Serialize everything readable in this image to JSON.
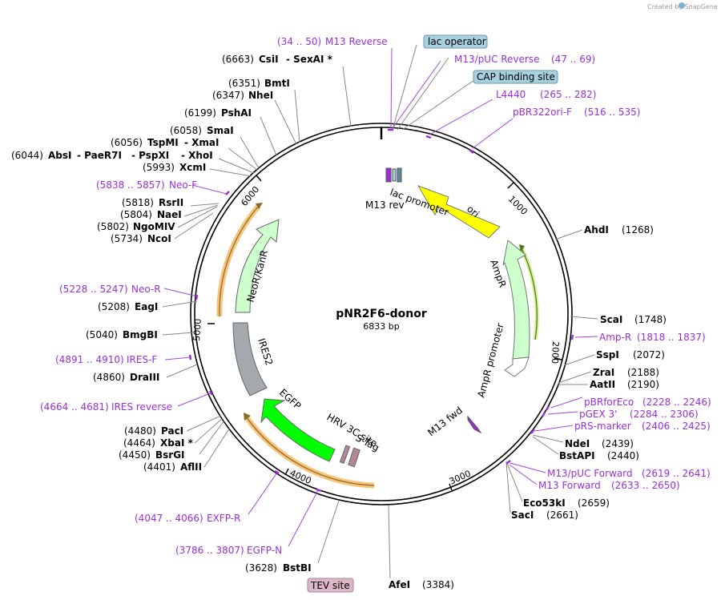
{
  "credit": "Created by SnapGene",
  "plasmid": {
    "name": "pNR2F6-donor",
    "size_label": "6833 bp"
  },
  "colors": {
    "primer": "#9a2fd6",
    "boxed_feature_bg": "#a8d1e0",
    "tev_bg": "#dcb7c7",
    "ori": "#ffff00",
    "ampr": "#ccffcc",
    "egfp": "#00ff00",
    "ires": "#a4a9ad",
    "orange_band": "#f7c47a"
  },
  "ticks": [
    "1000",
    "2000",
    "3000",
    "4000",
    "5000",
    "6000"
  ],
  "site_labels": {
    "csii": {
      "pos": "(6663)",
      "name": "CsiI",
      "name2": "- SexAI *"
    },
    "bmti": {
      "pos": "(6351)",
      "name": "BmtI"
    },
    "nhei": {
      "pos": "(6347)",
      "name": "NheI"
    },
    "pshai": {
      "pos": "(6199)",
      "name": "PshAI"
    },
    "smai": {
      "pos": "(6058)",
      "name": "SmaI"
    },
    "tspmi": {
      "pos": "(6056)",
      "name": "TspMI",
      "name2": "- XmaI"
    },
    "absi": {
      "pos": "(6044)",
      "name": "AbsI",
      "name2": "- PaeR7I",
      "name3": "- PspXI",
      "name4": "- XhoI"
    },
    "xcmi": {
      "pos": "(5993)",
      "name": "XcmI"
    },
    "rsrii": {
      "pos": "(5818)",
      "name": "RsrII"
    },
    "naei": {
      "pos": "(5804)",
      "name": "NaeI"
    },
    "ngomiv": {
      "pos": "(5802)",
      "name": "NgoMIV"
    },
    "ncoi": {
      "pos": "(5734)",
      "name": "NcoI"
    },
    "eagi": {
      "pos": "(5208)",
      "name": "EagI"
    },
    "bmgbi": {
      "pos": "(5040)",
      "name": "BmgBI"
    },
    "draiii": {
      "pos": "(4860)",
      "name": "DraIII"
    },
    "paci": {
      "pos": "(4480)",
      "name": "PacI"
    },
    "xbai": {
      "pos": "(4464)",
      "name": "XbaI *"
    },
    "bsrgi": {
      "pos": "(4450)",
      "name": "BsrGI"
    },
    "afliii": {
      "pos": "(4401)",
      "name": "AflII"
    },
    "bstbi": {
      "pos": "(3628)",
      "name": "BstBI"
    },
    "afei": {
      "name": "AfeI",
      "pos": "(3384)"
    },
    "ahdi": {
      "name": "AhdI",
      "pos": "(1268)"
    },
    "scai": {
      "name": "ScaI",
      "pos": "(1748)"
    },
    "sspi": {
      "name": "SspI",
      "pos": "(2072)"
    },
    "zrai": {
      "name": "ZraI",
      "pos": "(2188)"
    },
    "aatii": {
      "name": "AatII",
      "pos": "(2190)"
    },
    "ndei": {
      "name": "NdeI",
      "pos": "(2439)"
    },
    "bstapi": {
      "name": "BstAPI",
      "pos": "(2440)"
    },
    "eco53ki": {
      "name": "Eco53kI",
      "pos": "(2659)"
    },
    "saci": {
      "name": "SacI",
      "pos": "(2661)"
    }
  },
  "primer_labels": {
    "m13_reverse": {
      "range": "(34 .. 50)",
      "name": "M13 Reverse"
    },
    "m13puc_reverse": {
      "name": "M13/pUC Reverse",
      "range": "(47 .. 69)"
    },
    "l4440": {
      "name": "L4440",
      "range": "(265 .. 282)"
    },
    "pbr322ori_f": {
      "name": "pBR322ori-F",
      "range": "(516 .. 535)"
    },
    "neo_f": {
      "range": "(5838 .. 5857)",
      "name": "Neo-F"
    },
    "neo_r": {
      "range": "(5228 .. 5247)",
      "name": "Neo-R"
    },
    "ires_f": {
      "range": "(4891 .. 4910)",
      "name": "IRES-F"
    },
    "ires_reverse": {
      "range": "(4664 .. 4681)",
      "name": "IRES reverse"
    },
    "exfp_r": {
      "range": "(4047 .. 4066)",
      "name": "EXFP-R"
    },
    "egfp_n": {
      "range": "(3786 .. 3807)",
      "name": "EGFP-N"
    },
    "amp_r": {
      "name": "Amp-R",
      "range": "(1818 .. 1837)"
    },
    "pbrforeco": {
      "name": "pBRforEco",
      "range": "(2228 .. 2246)"
    },
    "pgex3": {
      "name": "pGEX 3'",
      "range": "(2284 .. 2306)"
    },
    "prs_marker": {
      "name": "pRS-marker",
      "range": "(2406 .. 2425)"
    },
    "m13puc_forward": {
      "name": "M13/pUC Forward",
      "range": "(2619 .. 2641)"
    },
    "m13_forward": {
      "name": "M13 Forward",
      "range": "(2633 .. 2650)"
    }
  },
  "boxed_features": {
    "lac_operator": "lac operator",
    "cap_binding_site": "CAP binding site",
    "tev_site": "TEV site"
  },
  "inner_features": {
    "lac_promoter": "lac promoter",
    "m13_rev": "M13 rev",
    "ori": "ori",
    "ampr": "AmpR",
    "ampr_promoter": "AmpR promoter",
    "m13_fwd": "M13 fwd",
    "hrv_3c_site": "HRV 3C site",
    "s_tag": "S-Tag",
    "egfp": "EGFP",
    "ires2": "IRES2",
    "neor_kanr": "NeoR/KanR"
  }
}
